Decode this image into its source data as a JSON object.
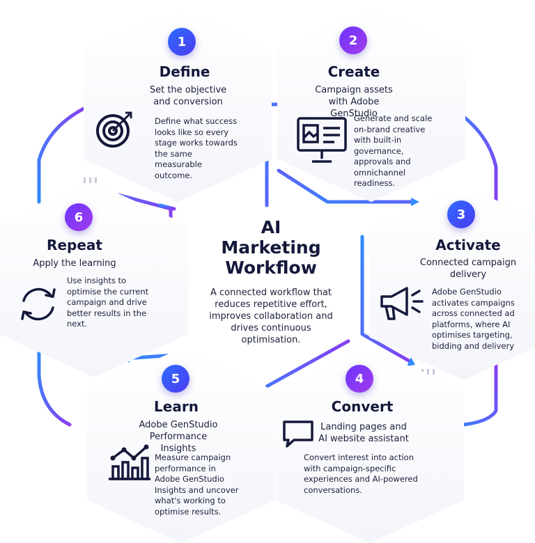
{
  "center": {
    "title": "AI Marketing Workflow",
    "description": "A connected workflow that reduces repetitive effort, improves collaboration and drives continuous optimisation."
  },
  "steps": [
    {
      "number": "1",
      "title": "Define",
      "subtitle": "Set the objective and conversion",
      "description": "Define what success looks like so every stage works towards the same measurable outcome.",
      "icon": "target-icon"
    },
    {
      "number": "2",
      "title": "Create",
      "subtitle": "Campaign assets with Adobe GenStudio",
      "description": "Generate and scale on-brand creative with built-in governance, approvals and omnichannel readiness.",
      "icon": "monitor-icon"
    },
    {
      "number": "3",
      "title": "Activate",
      "subtitle": "Connected campaign delivery",
      "description": "Adobe GenStudio activates campaigns across connected ad platforms, where AI optimises targeting, bidding and delivery",
      "icon": "megaphone-icon"
    },
    {
      "number": "4",
      "title": "Convert",
      "subtitle": "Landing pages and AI website assistant",
      "description": "Convert interest into action with campaign-specific experiences and AI-powered conversations.",
      "icon": "chat-bubble-icon"
    },
    {
      "number": "5",
      "title": "Learn",
      "subtitle": "Adobe GenStudio Performance Insights",
      "description": "Measure campaign performance in Adobe GenStudio Insights and uncover what's working to optimise results.",
      "icon": "bar-chart-icon"
    },
    {
      "number": "6",
      "title": "Repeat",
      "subtitle": "Apply the learning",
      "description": "Use insights to optimise the current campaign and drive better results in the next.",
      "icon": "refresh-icon"
    }
  ],
  "colors": {
    "blue": "#2f6bff",
    "purple": "#8a3cf0",
    "text": "#14183a"
  }
}
